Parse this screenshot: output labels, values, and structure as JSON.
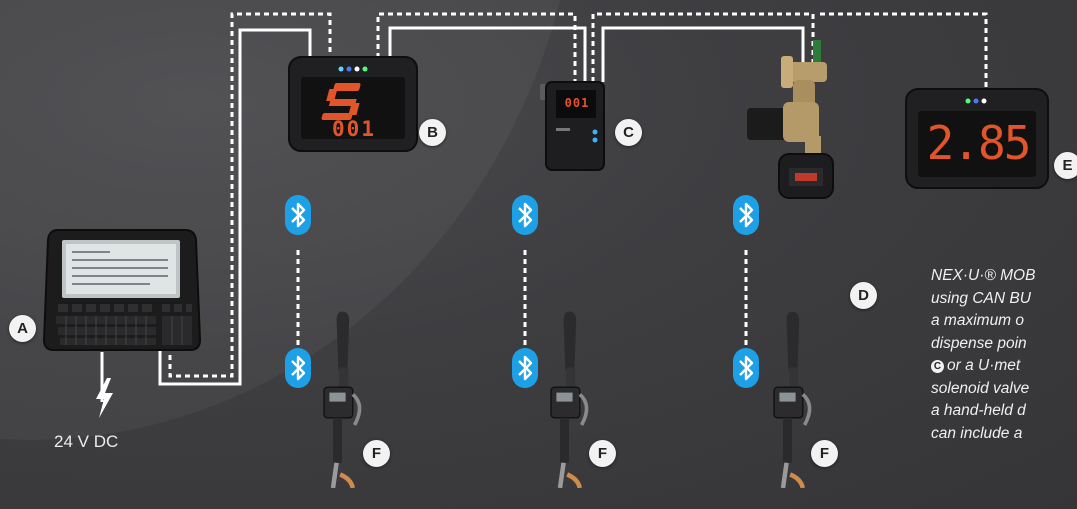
{
  "labels": {
    "a": "A",
    "b": "B",
    "c": "C",
    "d": "D",
    "e": "E",
    "f1": "F",
    "f2": "F",
    "f3": "F"
  },
  "power": {
    "label": "24 V DC"
  },
  "displays": {
    "b_counter": "001",
    "c_counter": "001",
    "e_value": "2.85"
  },
  "description": {
    "line1": "NEX·U·® MOB",
    "line2": "using CAN BU",
    "line3": "a maximum o",
    "line4": "dispense poin",
    "line5_badge": "C",
    "line5": "or a U·met",
    "line6": "solenoid valve",
    "line7": "a hand-held d",
    "line8": "can include a"
  },
  "icons": {
    "bluetooth": "bluetooth-icon",
    "power": "lightning-bolt-icon"
  },
  "colors": {
    "background": "#3a3a3c",
    "bluetooth": "#1ea0e6",
    "led_display": "#e2552a",
    "wire": "#ffffff"
  }
}
